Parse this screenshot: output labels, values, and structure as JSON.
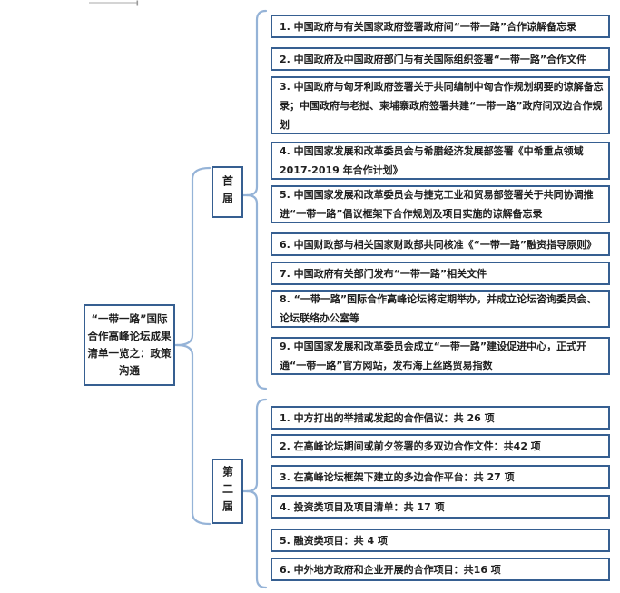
{
  "root": {
    "label": "“一带一路”国际合作高峰论坛成果清单一览之：政策沟通"
  },
  "groups": [
    {
      "label": "首届",
      "items": [
        "1. 中国政府与有关国家政府签署政府间“一带一路”合作谅解备忘录",
        "2. 中国政府及中国政府部门与有关国际组织签署“一带一路”合作文件",
        "3. 中国政府与匈牙利政府签署关于共同编制中匈合作规划纲要的谅解备忘录；中国政府与老挝、柬埔寨政府签署共建“一带一路”政府间双边合作规划",
        "4. 中国国家发展和改革委员会与希腊经济发展部签署《中希重点领域 2017-2019 年合作计划》",
        "5. 中国国家发展和改革委员会与捷克工业和贸易部签署关于共同协调推进“一带一路”倡议框架下合作规划及项目实施的谅解备忘录",
        "6. 中国财政部与相关国家财政部共同核准《“一带一路”融资指导原则》",
        "7. 中国政府有关部门发布“一带一路”相关文件",
        "8. “一带一路”国际合作高峰论坛将定期举办，并成立论坛咨询委员会、论坛联络办公室等",
        "9. 中国国家发展和改革委员会成立“一带一路”建设促进中心，正式开通“一带一路”官方网站，发布海上丝路贸易指数"
      ]
    },
    {
      "label": "第二届",
      "items": [
        "1. 中方打出的举措或发起的合作倡议：共 26 项",
        "2. 在高峰论坛期间或前夕签署的多双边合作文件：共42 项",
        "3. 在高峰论坛框架下建立的多边合作平台：共 27 项",
        "4. 投资类项目及项目清单：共 17 项",
        "5. 融资类项目：共 4 项",
        "6. 中外地方政府和企业开展的合作项目：共16 项"
      ]
    }
  ],
  "colors": {
    "box_border": "#365f91",
    "brace": "#95b3d7",
    "text": "#1f1f1f",
    "artifact_gray": "#c6c6c6"
  }
}
